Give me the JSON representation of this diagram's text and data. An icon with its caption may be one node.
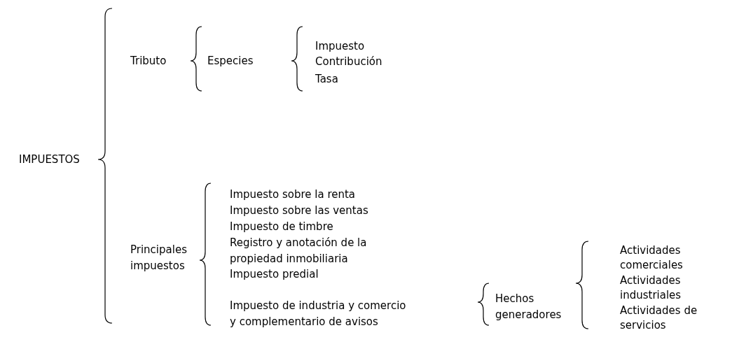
{
  "diagram": {
    "labels": [
      "IMPUESTOS",
      "Tributo",
      "Especies",
      "Impuesto",
      "Contribución",
      "Tasa",
      "Principales impuestos",
      "Impuesto sobre la renta",
      "Impuesto sobre las ventas",
      "Impuesto de timbre",
      "Registro y anotación de la propiedad inmobiliaria",
      "Impuesto predial",
      "Impuesto de industria y comercio y complementario de avisos",
      "Hechos generadores",
      "Actividades comerciales",
      "Actividades industriales",
      "Actividades de servicios"
    ]
  }
}
